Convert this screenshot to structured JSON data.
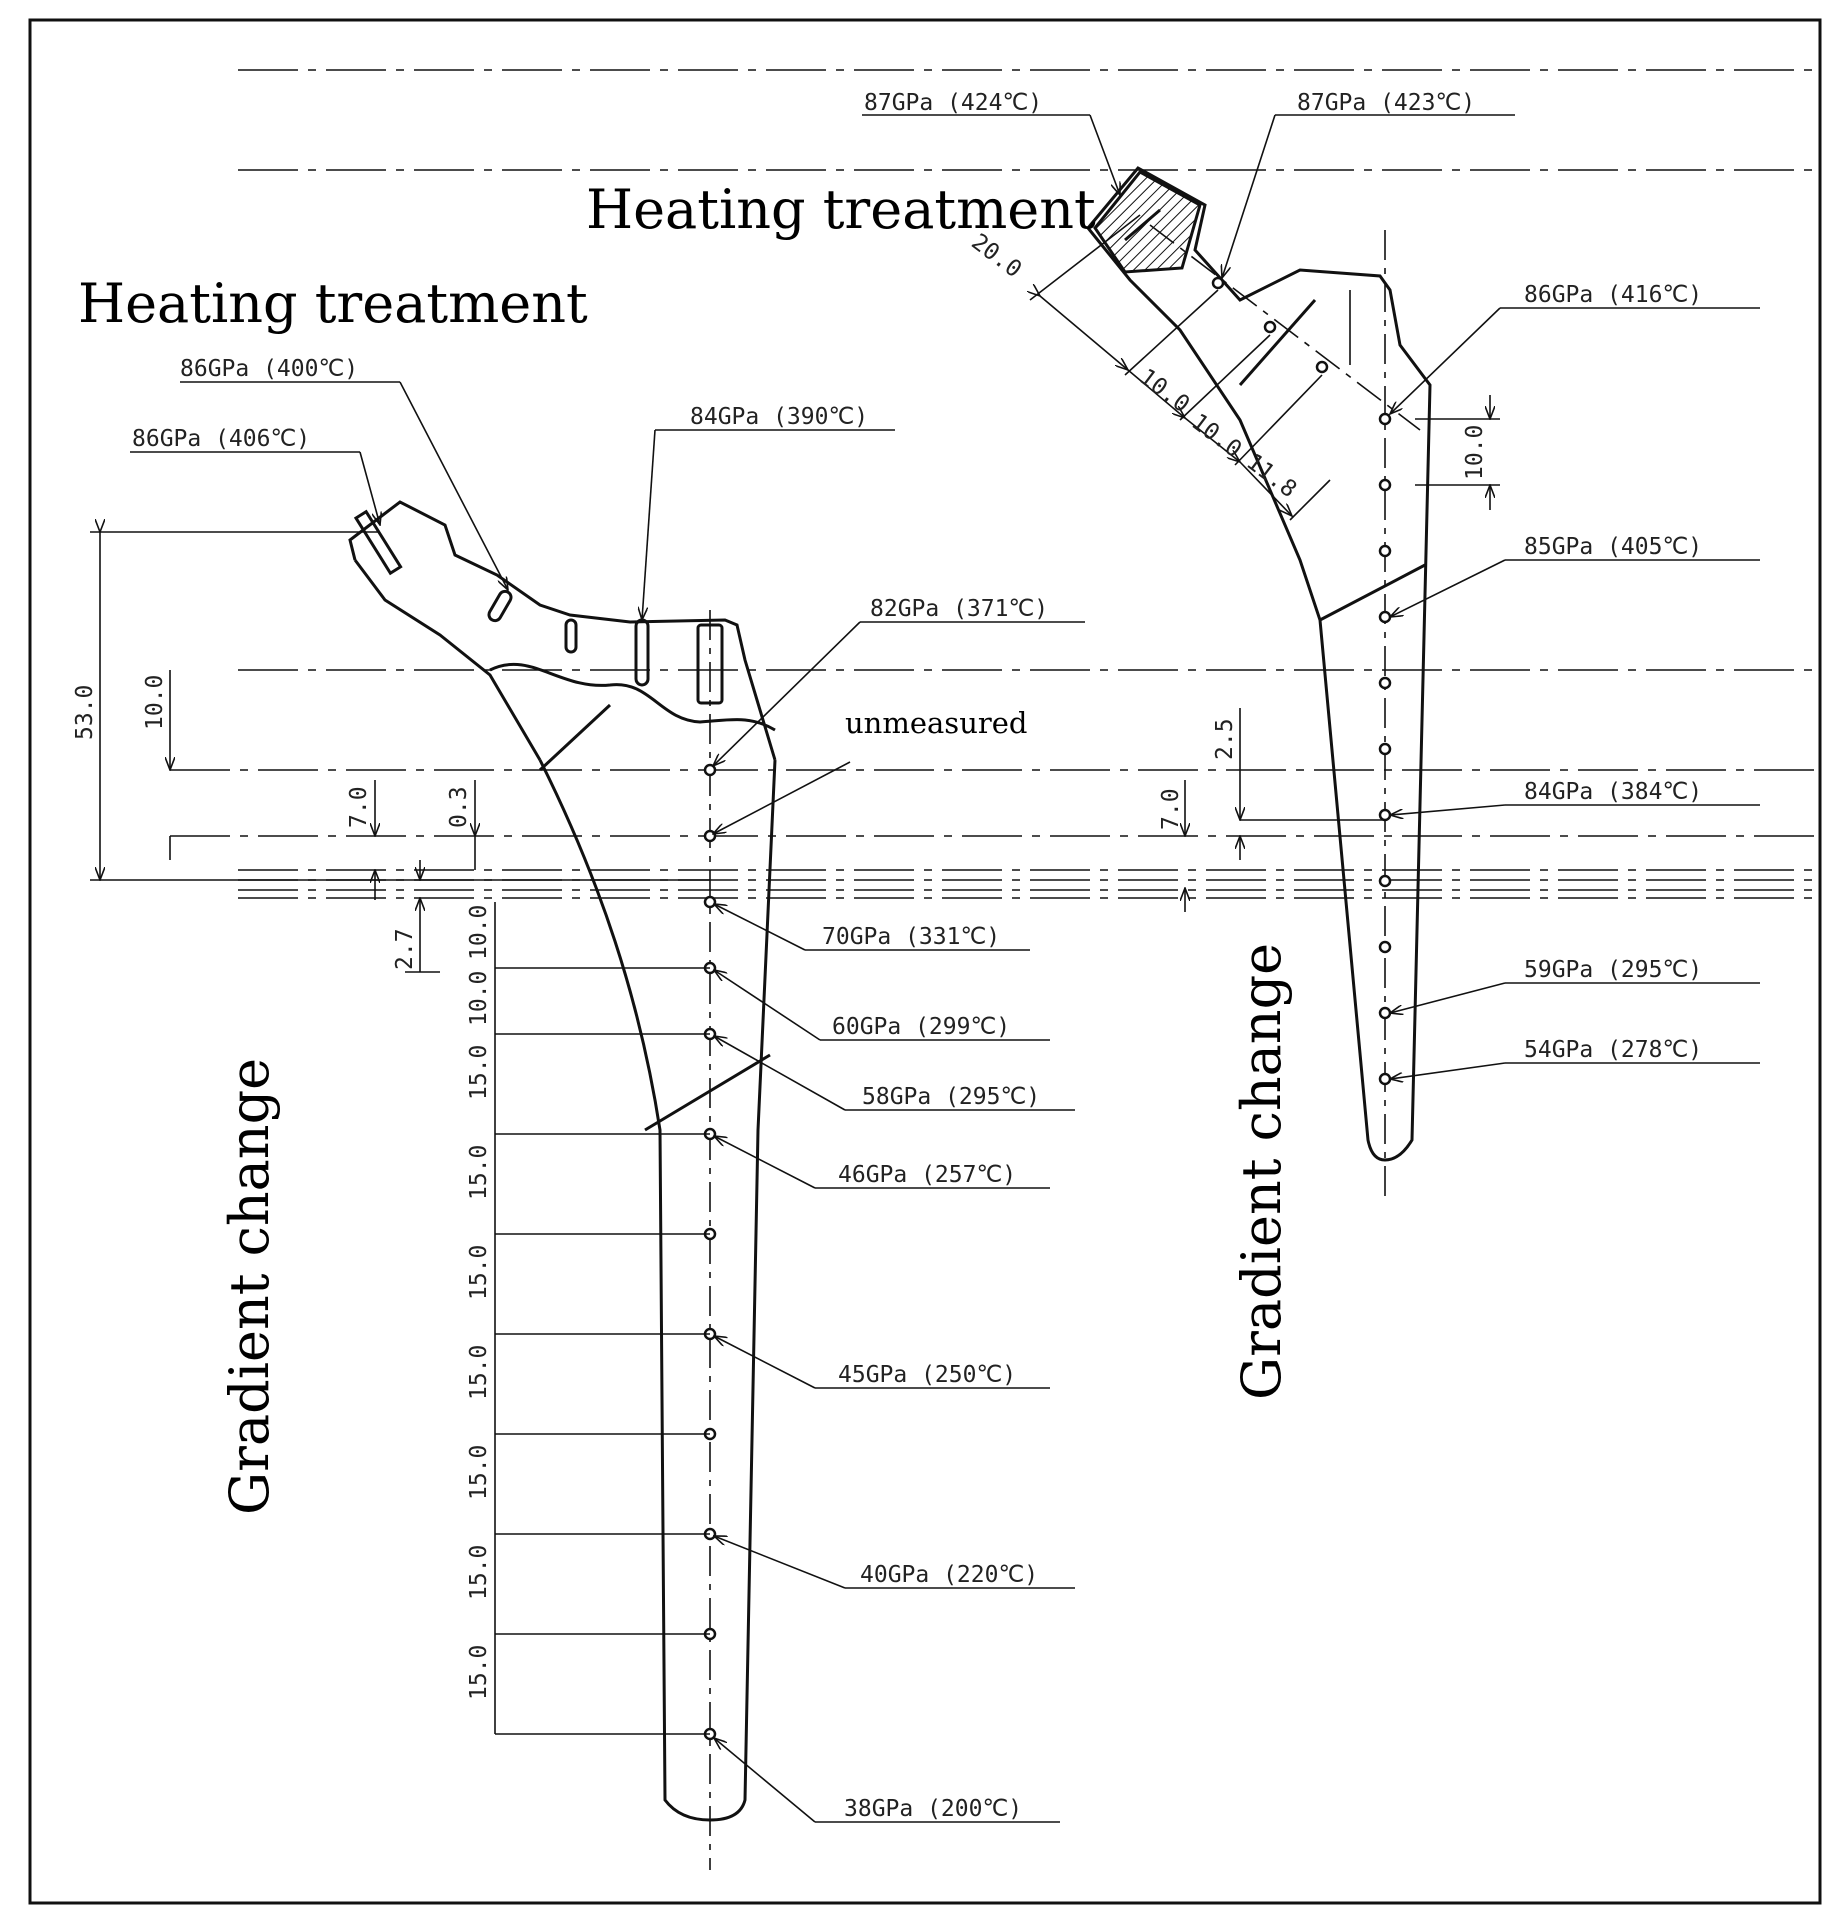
{
  "titles": {
    "heating_left": "Heating treatment",
    "heating_right": "Heating treatment",
    "gradient_left": "Gradient change",
    "gradient_right": "Gradient change",
    "unmeasured": "unmeasured"
  },
  "left_stem_labels": [
    "86GPa (400℃)",
    "86GPa (406℃)",
    "84GPa (390℃)",
    "82GPa (371℃)",
    "70GPa (331℃)",
    "60GPa (299℃)",
    "58GPa (295℃)",
    "46GPa (257℃)",
    "45GPa (250℃)",
    "40GPa (220℃)",
    "38GPa (200℃)"
  ],
  "right_stem_labels": [
    "87GPa (424℃)",
    "87GPa (423℃)",
    "86GPa (416℃)",
    "85GPa (405℃)",
    "84GPa (384℃)",
    "59GPa (295℃)",
    "54GPa (278℃)"
  ],
  "left_dimensions": {
    "d53": "53.0",
    "d10": "10.0",
    "d7": "7.0",
    "d03": "0.3",
    "d27": "2.7",
    "spacing": [
      "10.0",
      "10.0",
      "15.0",
      "15.0",
      "15.0",
      "15.0",
      "15.0",
      "15.0",
      "15.0"
    ]
  },
  "right_dimensions": {
    "d20": "20.0",
    "d10a": "10.0",
    "d10b": "10.0",
    "d118": "11.8",
    "d10c": "10.0",
    "d25": "2.5",
    "d7": "7.0"
  }
}
